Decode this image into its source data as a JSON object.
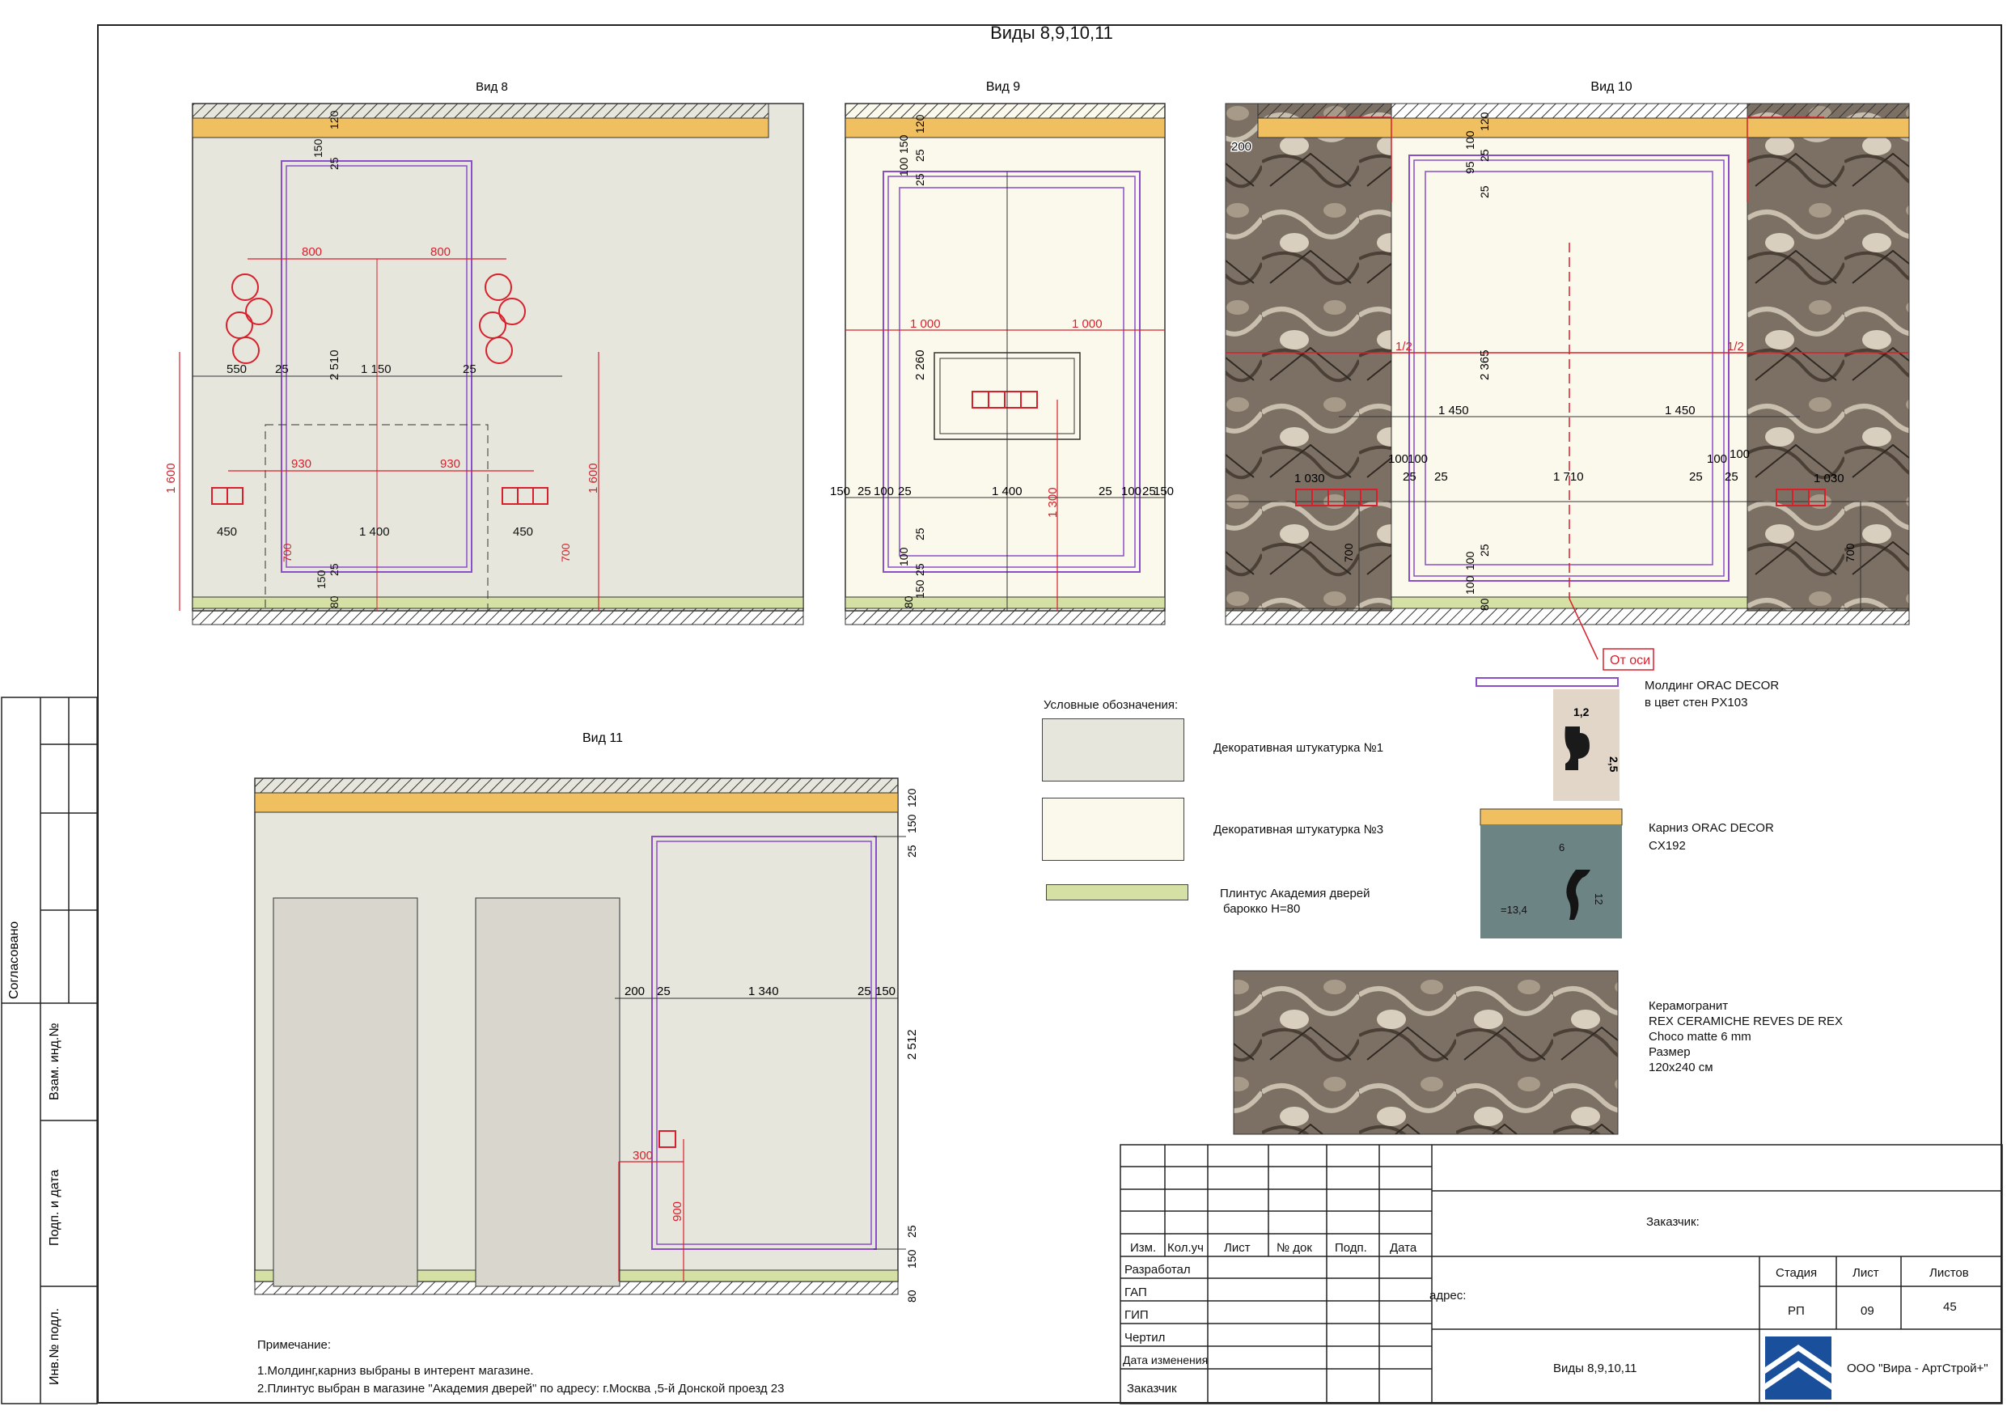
{
  "page_title": "Виды 8,9,10,11",
  "views": {
    "v8": {
      "title": "Вид 8",
      "dims": [
        "120",
        "150",
        "25",
        "800",
        "800",
        "550",
        "25",
        "2 510",
        "1 150",
        "25",
        "930",
        "930",
        "1 600",
        "1 600",
        "450",
        "1 400",
        "450",
        "700",
        "700",
        "150",
        "25",
        "80"
      ]
    },
    "v9": {
      "title": "Вид 9",
      "dims": [
        "120",
        "100",
        "150",
        "25",
        "25",
        "1 000",
        "1 000",
        "2 260",
        "150",
        "25",
        "100",
        "25",
        "1 400",
        "25",
        "100",
        "25",
        "150",
        "1 300",
        "25",
        "100",
        "80",
        "150",
        "25"
      ]
    },
    "v10": {
      "title": "Вид 10",
      "dims": [
        "200",
        "120",
        "95",
        "100",
        "25",
        "25",
        "1/2",
        "1/2",
        "2 365",
        "1 450",
        "1 450",
        "100",
        "100",
        "25",
        "25",
        "1 710",
        "25",
        "100",
        "100",
        "25",
        "1 030",
        "1 030",
        "700",
        "700",
        "100",
        "100",
        "25",
        "80"
      ],
      "axis_label": "От оси"
    },
    "v11": {
      "title": "Вид 11",
      "dims": [
        "120",
        "150",
        "25",
        "200",
        "25",
        "1 340",
        "25",
        "150",
        "2 512",
        "300",
        "900",
        "25",
        "150",
        "80"
      ]
    }
  },
  "legend": {
    "title": "Условные обозначения:",
    "items": [
      {
        "label": "Декоративная штукатурка №1",
        "color": "#e6e6dc"
      },
      {
        "label": "Декоративная штукатурка №3",
        "color": "#fbf9ec"
      },
      {
        "label": "Плинтус Академия дверей барокко Н=80",
        "line1": "Плинтус Академия дверей",
        "line2": "барокко Н=80",
        "color": "#d4e0a4"
      }
    ]
  },
  "materials": {
    "molding": {
      "line1": "Молдинг  ORAC DECOR",
      "line2": "в цвет стен PX103",
      "dim_w": "1,2",
      "dim_h": "2,5"
    },
    "cornice": {
      "line1": "Карниз ORAC DECOR",
      "line2": "CX192",
      "dim_w": "6",
      "dim_h": "12",
      "dim_area": "=13,4"
    },
    "tile": {
      "line1": "Керамогранит",
      "line2": "REX CERAMICHE REVES DE REX",
      "line3": "Choco matte 6 mm",
      "line4": "Размер",
      "line5": "120x240 см"
    }
  },
  "notes": {
    "heading": "Примечание:",
    "line1": "1.Молдинг,карниз выбраны в интерент магазине.",
    "line2": "2.Плинтус выбран в магазине \"Академия дверей\" по адресу: г.Москва ,5-й Донской проезд 23"
  },
  "left_strip": {
    "agreed": "Согласовано",
    "inv_replace": "Взам. инд.№",
    "sign_date": "Подп. и дата",
    "inv_orig": "Инв.№ подл."
  },
  "title_block": {
    "headers": [
      "Изм.",
      "Кол.уч",
      "Лист",
      "№ док",
      "Подп.",
      "Дата"
    ],
    "roles": [
      "Разработал",
      "ГАП",
      "ГИП",
      "Чертил",
      "Дата изменения",
      "Заказчик"
    ],
    "customer_label": "Заказчик:",
    "address_label": "адрес:",
    "sheet_name": "Виды 8,9,10,11",
    "company": "ООО \"Вира - АртСтрой+\"",
    "stage_label": "Стадия",
    "sheet_label": "Лист",
    "sheets_label": "Листов",
    "stage_value": "РП",
    "sheet_value": "09",
    "sheets_value": "45"
  },
  "colors": {
    "plaster1": "#e6e6dc",
    "plaster3": "#fbf9ec",
    "cornice": "#f0c060",
    "baseboard": "#d4e0a4",
    "molding": "#8a4fc8",
    "dimension_red": "#d8202c",
    "marble": "#7a6e62"
  }
}
